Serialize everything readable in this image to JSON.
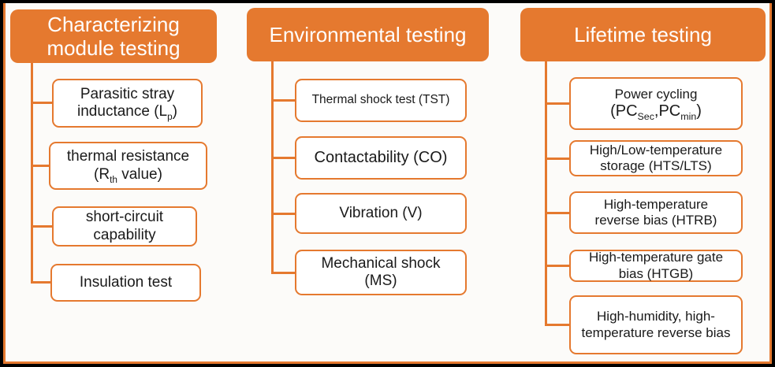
{
  "colors": {
    "accent": "#E5792F",
    "paper": "#FCFBF9",
    "ink": "#1A1A1A",
    "outer": "#000000",
    "header_text": "#FFFFFF"
  },
  "columns": [
    {
      "title": "Characterizing module testing",
      "title_line1": "Characterizing",
      "title_line2": "module testing",
      "items": [
        {
          "line1": "Parasitic stray",
          "line2_pre": "inductance (L",
          "line2_sub": "p",
          "line2_post": ")"
        },
        {
          "line1": "thermal resistance",
          "line2_pre": "(R",
          "line2_sub": "th",
          "line2_post": " value)"
        },
        {
          "line1": "short-circuit",
          "line2": "capability"
        },
        {
          "label": "Insulation test"
        }
      ]
    },
    {
      "title": "Environmental testing",
      "items": [
        {
          "label": "Thermal shock test (TST)"
        },
        {
          "label": "Contactability (CO)"
        },
        {
          "label": "Vibration (V)"
        },
        {
          "line1": "Mechanical shock",
          "line2": "(MS)"
        }
      ]
    },
    {
      "title": "Lifetime testing",
      "items": [
        {
          "line1": "Power cycling",
          "line2_pre": "(PC",
          "line2_sub1": "Sec",
          "line2_mid": ",PC",
          "line2_sub2": "min",
          "line2_post": ")"
        },
        {
          "line1": "High/Low-temperature",
          "line2": "storage (HTS/LTS)"
        },
        {
          "line1": "High-temperature",
          "line2": "reverse bias (HTRB)"
        },
        {
          "line1": "High-temperature gate",
          "line2": "bias (HTGB)"
        },
        {
          "line1": "High-humidity, high-",
          "line2": "temperature reverse bias"
        }
      ]
    }
  ]
}
